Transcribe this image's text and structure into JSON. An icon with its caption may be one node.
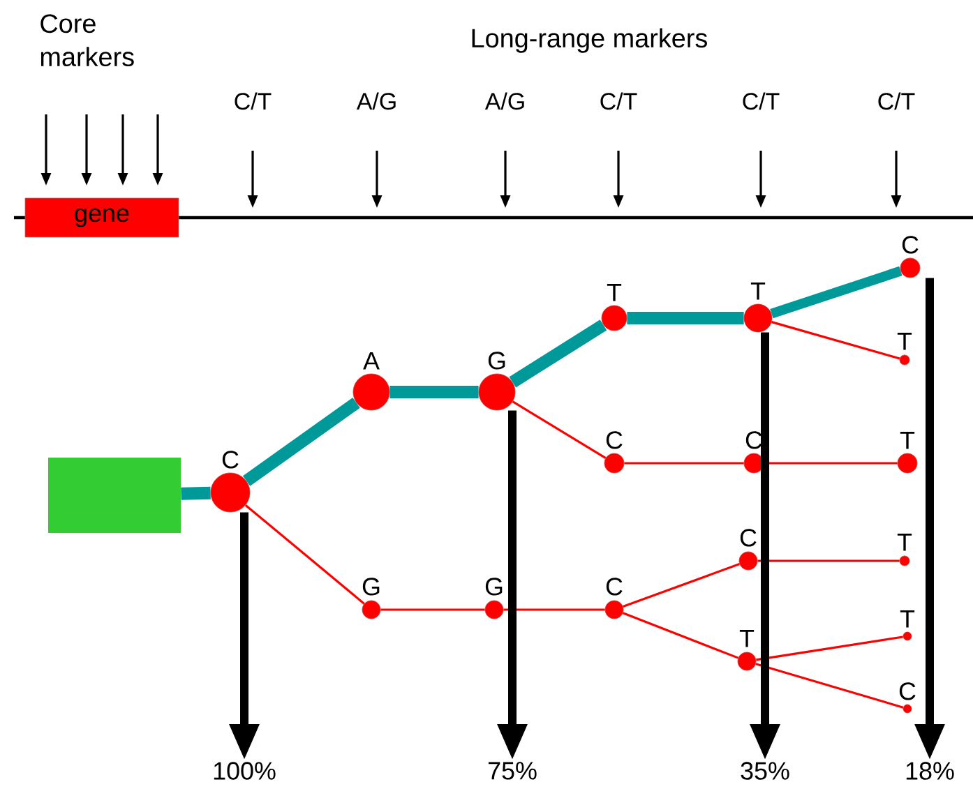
{
  "diagram": {
    "nodes": [
      {
        "text": [
          "gene"
        ]
      },
      {
        "text": [],
        "shape": "box"
      },
      {
        "text": [
          "C"
        ]
      },
      {
        "text": [
          "A"
        ]
      },
      {
        "text": [
          "G"
        ]
      },
      {
        "text": [
          "T"
        ]
      },
      {
        "text": [
          "T"
        ]
      },
      {
        "text": [
          "C"
        ]
      },
      {
        "text": [
          "T"
        ]
      },
      {
        "text": [
          "C"
        ]
      },
      {
        "text": [
          "C"
        ]
      },
      {
        "text": [
          "T"
        ]
      },
      {
        "text": [
          "G"
        ]
      },
      {
        "text": [
          "G"
        ]
      },
      {
        "text": [
          "C"
        ]
      },
      {
        "text": [
          "C"
        ]
      },
      {
        "text": [
          "T"
        ]
      },
      {
        "text": [
          "T"
        ]
      },
      {
        "text": [
          "T"
        ]
      },
      {
        "text": [
          "C"
        ]
      },
      {
        "text": [
          "100%"
        ]
      },
      {
        "text": [
          "75%"
        ]
      },
      {
        "text": [
          "35%"
        ]
      },
      {
        "text": [
          "18%"
        ]
      }
    ],
    "edges": [
      {
        "from": 1,
        "to": 2,
        "arrow": "none",
        "style": "thick",
        "color": "#009999"
      },
      {
        "from": 2,
        "to": 3,
        "arrow": "none",
        "style": "thick",
        "color": "#009999"
      },
      {
        "from": 3,
        "to": 4,
        "arrow": "none",
        "style": "thick",
        "color": "#009999"
      },
      {
        "from": 4,
        "to": 5,
        "arrow": "none",
        "style": "thick",
        "color": "#009999"
      },
      {
        "from": 5,
        "to": 6,
        "arrow": "none",
        "style": "thick",
        "color": "#009999"
      },
      {
        "from": 6,
        "to": 7,
        "arrow": "none",
        "style": "thick",
        "color": "#009999"
      },
      {
        "from": 6,
        "to": 8,
        "arrow": "none"
      },
      {
        "from": 4,
        "to": 9,
        "arrow": "none"
      },
      {
        "from": 9,
        "to": 10,
        "arrow": "none"
      },
      {
        "from": 10,
        "to": 11,
        "arrow": "none"
      },
      {
        "from": 2,
        "to": 12,
        "arrow": "none"
      },
      {
        "from": 12,
        "to": 13,
        "arrow": "none"
      },
      {
        "from": 13,
        "to": 14,
        "arrow": "none"
      },
      {
        "from": 14,
        "to": 15,
        "arrow": "none"
      },
      {
        "from": 15,
        "to": 16,
        "arrow": "none"
      },
      {
        "from": 14,
        "to": 17,
        "arrow": "none"
      },
      {
        "from": 17,
        "to": 18,
        "arrow": "none"
      },
      {
        "from": 17,
        "to": 19,
        "arrow": "none"
      },
      {
        "from": 2,
        "to": 20,
        "arrow": "to",
        "style": "thick",
        "color": "#000000"
      },
      {
        "from": 4,
        "to": 21,
        "arrow": "to",
        "style": "thick",
        "color": "#000000"
      },
      {
        "from": 6,
        "to": 22,
        "arrow": "to",
        "style": "thick",
        "color": "#000000"
      },
      {
        "from": 7,
        "to": 23,
        "arrow": "to",
        "style": "thick",
        "color": "#000000"
      }
    ],
    "labels": [
      "Core markers",
      "Long-range markers",
      "C/T",
      "A/G",
      "A/G",
      "C/T",
      "C/T",
      "C/T"
    ]
  }
}
